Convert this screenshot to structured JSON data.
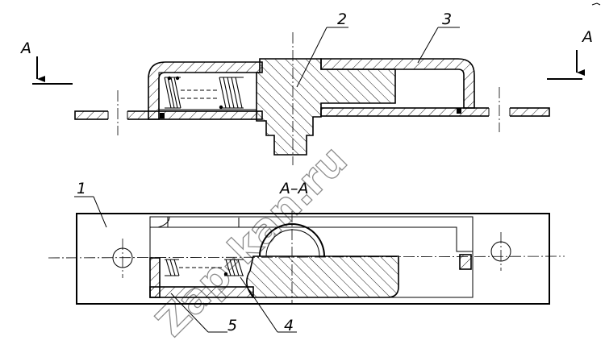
{
  "labels": {
    "section_left": "A",
    "section_right": "A",
    "section_title": "A–A",
    "part_1": "1",
    "part_2": "2",
    "part_3": "3",
    "part_4": "4",
    "part_5": "5"
  },
  "watermark": "Zap-kan.ru"
}
